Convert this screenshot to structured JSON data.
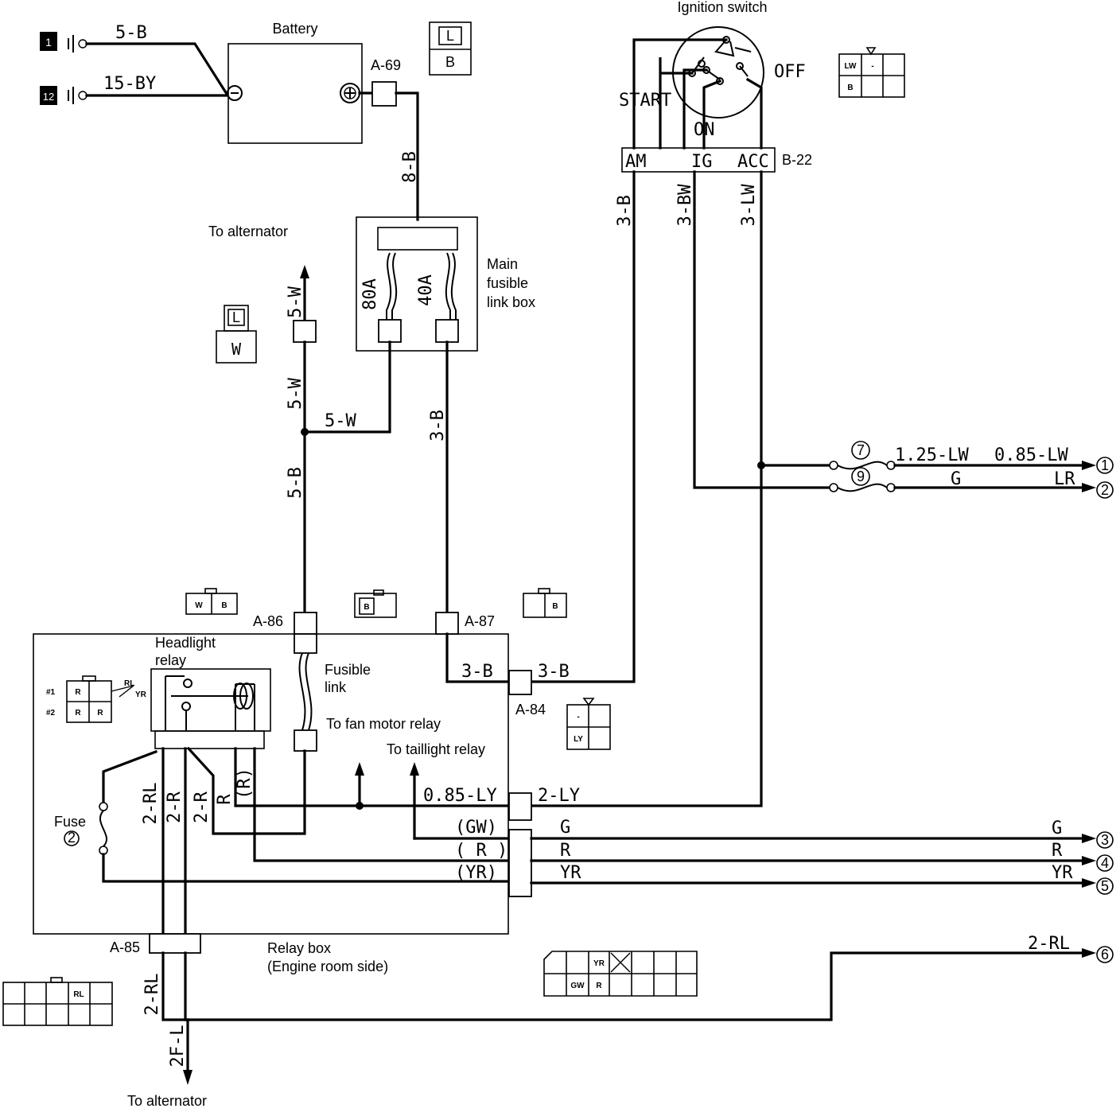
{
  "labels": {
    "ignition_switch": "Ignition switch",
    "battery": "Battery",
    "to_alternator_top": "To alternator",
    "to_alternator_bottom": "To alternator",
    "main_fusible_link_box": [
      "Main",
      "fusible",
      "link box"
    ],
    "headlight_relay": [
      "Headlight",
      "relay"
    ],
    "fusible_link": [
      "Fusible",
      "link"
    ],
    "to_fan_motor_relay": "To fan motor relay",
    "to_taillight_relay": "To taillight relay",
    "fuse": "Fuse",
    "fuse_number": "2",
    "relay_box": [
      "Relay box",
      "(Engine room side)"
    ],
    "switch_start": "START",
    "switch_off": "OFF",
    "switch_on": "ON",
    "term_am": "AM",
    "term_ig": "IG",
    "term_acc": "ACC"
  },
  "connectors": {
    "a69": "A-69",
    "b22": "B-22",
    "a86": "A-86",
    "a87": "A-87",
    "a84": "A-84",
    "a85": "A-85"
  },
  "grounds": [
    {
      "number": "1",
      "wire": "5-B"
    },
    {
      "number": "12",
      "wire": "15-BY"
    }
  ],
  "fuses": {
    "f80": "80A",
    "f40": "40A"
  },
  "wires": {
    "w8b": "8-B",
    "w5w_up": "5-W",
    "w5w_mid": "5-W",
    "w5w_horiz": "5-W",
    "w5b": "5-B",
    "w3b_fuse": "3-B",
    "w3b_sw": "3-B",
    "w3bw": "3-BW",
    "w3lw": "3-LW",
    "w3b_inside": "3-B",
    "w3b_out": "3-B",
    "w125lw": "1.25-LW",
    "w085lw": "0.85-LW",
    "wg_2": "G",
    "wlr": "LR",
    "w085ly": "0.85-LY",
    "w2ly": "2-LY",
    "wgw": "(GW)",
    "wr_in": "( R )",
    "wyr_in": "(YR)",
    "wg_out": "G",
    "wr_out": "R",
    "wyr_out": "YR",
    "wg_end": "G",
    "wr_end": "R",
    "wyr_end": "YR",
    "w2rl_end": "2-RL",
    "w2rl_a": "2-RL",
    "w2r_a": "2-R",
    "w2r_b": "2-R",
    "wr_c": "R",
    "wr_paren": "(R)",
    "w2rl_low": "2-RL",
    "w2fl": "2F-L"
  },
  "junction_terms": {
    "j7": "7",
    "j9": "9"
  },
  "destinations": [
    "1",
    "2",
    "3",
    "4",
    "5",
    "6"
  ],
  "connector_faces": {
    "a69_top": "L",
    "a69_bottom": "B",
    "w_top": "L",
    "w_bottom": "W",
    "b22_lw": "LW",
    "b22_dash": "-",
    "b22_b": "B",
    "a86_w": "W",
    "a86_b": "B",
    "a87_b": "B",
    "a84_b": "B",
    "a84_dash": "-",
    "a84_ly": "LY",
    "relay_r1": "R",
    "relay_r2": "R",
    "relay_r3": "R",
    "relay_p1": "#1",
    "relay_p2": "#2",
    "relay_rl": "RL",
    "relay_yr": "YR",
    "a85_yr": "YR",
    "a85_gw": "GW",
    "a85_r": "R",
    "a85_rl": "RL"
  }
}
